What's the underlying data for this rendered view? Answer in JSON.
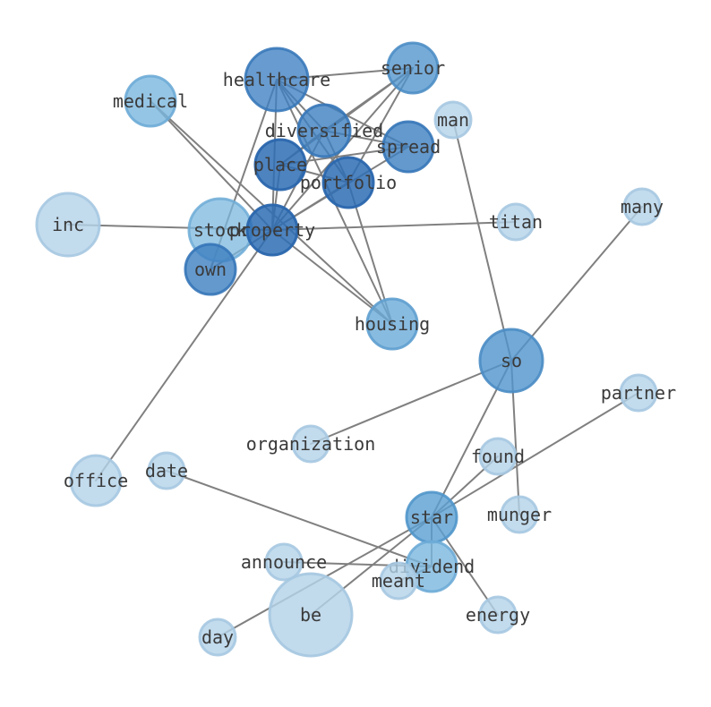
{
  "colors": {
    "background": "#ffffff",
    "edge": "#808080",
    "label": "#3a3a3a"
  },
  "nodes": [
    {
      "id": "healthcare",
      "label": "healthcare",
      "fill": "#3d7fc1",
      "stroke": "#3576b8",
      "opacity": 0.78
    },
    {
      "id": "senior",
      "label": "senior",
      "fill": "#4f94cd",
      "stroke": "#4a8cc4",
      "opacity": 0.78
    },
    {
      "id": "medical",
      "label": "medical",
      "fill": "#7bb7de",
      "stroke": "#6dabd6",
      "opacity": 0.8
    },
    {
      "id": "man",
      "label": "man",
      "fill": "#b3d2e8",
      "stroke": "#a6c8e1",
      "opacity": 0.8
    },
    {
      "id": "diversified",
      "label": "diversified",
      "fill": "#3d7fc1",
      "stroke": "#3576b8",
      "opacity": 0.8
    },
    {
      "id": "spread",
      "label": "spread",
      "fill": "#3d7fc1",
      "stroke": "#3576b8",
      "opacity": 0.8
    },
    {
      "id": "place",
      "label": "place",
      "fill": "#2e6db4",
      "stroke": "#2a66ad",
      "opacity": 0.85
    },
    {
      "id": "portfolio",
      "label": "portfolio",
      "fill": "#2e6db4",
      "stroke": "#2a66ad",
      "opacity": 0.85
    },
    {
      "id": "inc",
      "label": "inc",
      "fill": "#b3d2e8",
      "stroke": "#a6c8e1",
      "opacity": 0.8
    },
    {
      "id": "stock",
      "label": "stock",
      "fill": "#7bb7de",
      "stroke": "#6dabd6",
      "opacity": 0.75
    },
    {
      "id": "property",
      "label": "property",
      "fill": "#2e6db4",
      "stroke": "#2a66ad",
      "opacity": 0.85
    },
    {
      "id": "own",
      "label": "own",
      "fill": "#3d7fc1",
      "stroke": "#3576b8",
      "opacity": 0.8
    },
    {
      "id": "titan",
      "label": "titan",
      "fill": "#b3d2e8",
      "stroke": "#a6c8e1",
      "opacity": 0.8
    },
    {
      "id": "many",
      "label": "many",
      "fill": "#b3d2e8",
      "stroke": "#a6c8e1",
      "opacity": 0.8
    },
    {
      "id": "housing",
      "label": "housing",
      "fill": "#6aaad8",
      "stroke": "#5e9fcf",
      "opacity": 0.8
    },
    {
      "id": "so",
      "label": "so",
      "fill": "#4f94cd",
      "stroke": "#4a8cc4",
      "opacity": 0.8
    },
    {
      "id": "partner",
      "label": "partner",
      "fill": "#b3d2e8",
      "stroke": "#a6c8e1",
      "opacity": 0.8
    },
    {
      "id": "organization",
      "label": "organization",
      "fill": "#b3d2e8",
      "stroke": "#a6c8e1",
      "opacity": 0.8
    },
    {
      "id": "found",
      "label": "found",
      "fill": "#b3d2e8",
      "stroke": "#a6c8e1",
      "opacity": 0.8
    },
    {
      "id": "office",
      "label": "office",
      "fill": "#b3d2e8",
      "stroke": "#a6c8e1",
      "opacity": 0.8
    },
    {
      "id": "date",
      "label": "date",
      "fill": "#b3d2e8",
      "stroke": "#a6c8e1",
      "opacity": 0.8
    },
    {
      "id": "star",
      "label": "star",
      "fill": "#5a9fd2",
      "stroke": "#5196ca",
      "opacity": 0.8
    },
    {
      "id": "munger",
      "label": "munger",
      "fill": "#b3d2e8",
      "stroke": "#a6c8e1",
      "opacity": 0.8
    },
    {
      "id": "announce",
      "label": "announce",
      "fill": "#b3d2e8",
      "stroke": "#a6c8e1",
      "opacity": 0.8
    },
    {
      "id": "dividend",
      "label": "dividend",
      "fill": "#7bb7de",
      "stroke": "#6dabd6",
      "opacity": 0.8
    },
    {
      "id": "meant",
      "label": "meant",
      "fill": "#b3d2e8",
      "stroke": "#a6c8e1",
      "opacity": 0.8
    },
    {
      "id": "be",
      "label": "be",
      "fill": "#b3d2e8",
      "stroke": "#a6c8e1",
      "opacity": 0.82
    },
    {
      "id": "energy",
      "label": "energy",
      "fill": "#b3d2e8",
      "stroke": "#a6c8e1",
      "opacity": 0.8
    },
    {
      "id": "day",
      "label": "day",
      "fill": "#b3d2e8",
      "stroke": "#a6c8e1",
      "opacity": 0.8
    }
  ],
  "edges": [
    [
      "healthcare",
      "senior"
    ],
    [
      "healthcare",
      "diversified"
    ],
    [
      "healthcare",
      "spread"
    ],
    [
      "healthcare",
      "portfolio"
    ],
    [
      "healthcare",
      "property"
    ],
    [
      "healthcare",
      "housing"
    ],
    [
      "healthcare",
      "own"
    ],
    [
      "senior",
      "diversified"
    ],
    [
      "senior",
      "place"
    ],
    [
      "senior",
      "portfolio"
    ],
    [
      "senior",
      "property"
    ],
    [
      "medical",
      "property"
    ],
    [
      "medical",
      "housing"
    ],
    [
      "diversified",
      "spread"
    ],
    [
      "diversified",
      "place"
    ],
    [
      "diversified",
      "portfolio"
    ],
    [
      "diversified",
      "property"
    ],
    [
      "spread",
      "place"
    ],
    [
      "spread",
      "property"
    ],
    [
      "place",
      "portfolio"
    ],
    [
      "place",
      "property"
    ],
    [
      "portfolio",
      "property"
    ],
    [
      "portfolio",
      "housing"
    ],
    [
      "inc",
      "property"
    ],
    [
      "property",
      "titan"
    ],
    [
      "property",
      "housing"
    ],
    [
      "property",
      "office"
    ],
    [
      "property",
      "own"
    ],
    [
      "man",
      "so"
    ],
    [
      "many",
      "so"
    ],
    [
      "so",
      "organization"
    ],
    [
      "so",
      "munger"
    ],
    [
      "so",
      "star"
    ],
    [
      "partner",
      "star"
    ],
    [
      "date",
      "dividend"
    ],
    [
      "found",
      "star"
    ],
    [
      "star",
      "energy"
    ],
    [
      "star",
      "day"
    ],
    [
      "star",
      "dividend"
    ],
    [
      "announce",
      "dividend"
    ],
    [
      "star",
      "be"
    ],
    [
      "meant",
      "dividend"
    ]
  ]
}
